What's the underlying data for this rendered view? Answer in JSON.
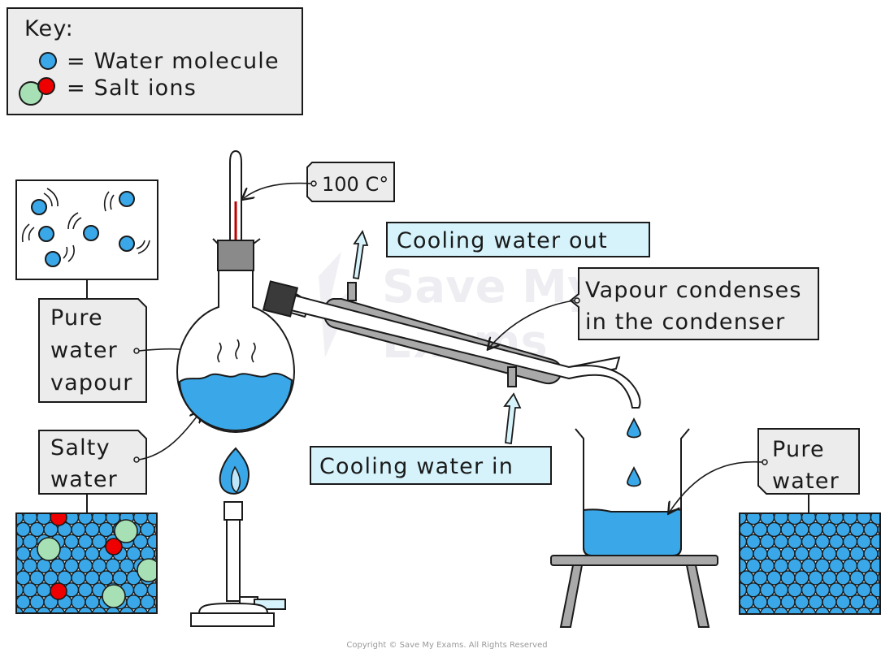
{
  "key": {
    "title": "Key:",
    "water": "= Water  molecule",
    "salt": "= Salt  ions"
  },
  "labels": {
    "temperature": "100 C°",
    "cooling_out": "Cooling  water out",
    "cooling_in": "Cooling  water in",
    "condenser": [
      "Vapour  condenses",
      "in  the  condenser"
    ],
    "pure_vapour": [
      "Pure",
      "water",
      "vapour"
    ],
    "salty_water": [
      "Salty",
      "water"
    ],
    "pure_water": [
      "Pure",
      "water"
    ]
  },
  "watermark": [
    "Save My",
    "Exams"
  ],
  "copyright": "Copyright © Save My Exams. All Rights Reserved",
  "colors": {
    "water_molecule": "#3aa8e8",
    "salt_ion_red": "#ee0000",
    "salt_ion_green": "#a6e0b4",
    "label_fill": "#ececec",
    "cooling_fill": "#d6f3fb",
    "liquid": "#3aa8e8",
    "glass": "#ffffff"
  }
}
